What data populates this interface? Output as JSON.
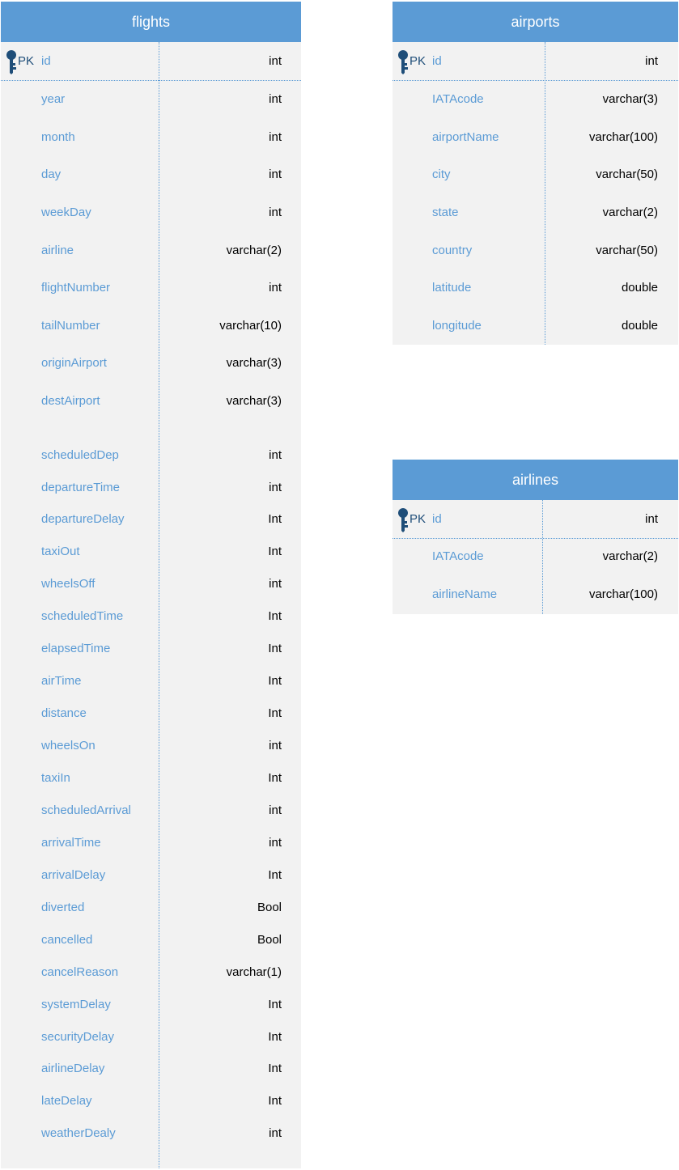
{
  "colors": {
    "header_bg": "#5b9bd5",
    "header_text": "#ffffff",
    "body_bg": "#f2f2f2",
    "column_name": "#5b9bd5",
    "column_type": "#000000",
    "key_icon": "#1f4e79"
  },
  "icons": {
    "primary_key": "key-icon"
  },
  "flights": {
    "title": "flights",
    "pk": {
      "label": "PK",
      "name": "id",
      "type": "int"
    },
    "columns": [
      {
        "name": "year",
        "type": "int"
      },
      {
        "name": "month",
        "type": "int"
      },
      {
        "name": "day",
        "type": "int"
      },
      {
        "name": "weekDay",
        "type": "int"
      },
      {
        "name": "airline",
        "type": "varchar(2)"
      },
      {
        "name": "flightNumber",
        "type": "int"
      },
      {
        "name": "tailNumber",
        "type": "varchar(10)"
      },
      {
        "name": "originAirport",
        "type": "varchar(3)"
      },
      {
        "name": "destAirport",
        "type": "varchar(3)"
      },
      {
        "name": "scheduledDep",
        "type": "int"
      },
      {
        "name": "departureTime",
        "type": "int"
      },
      {
        "name": "departureDelay",
        "type": "Int"
      },
      {
        "name": "taxiOut",
        "type": "Int"
      },
      {
        "name": "wheelsOff",
        "type": "int"
      },
      {
        "name": "scheduledTime",
        "type": "Int"
      },
      {
        "name": "elapsedTime",
        "type": "Int"
      },
      {
        "name": "airTime",
        "type": "Int"
      },
      {
        "name": "distance",
        "type": "Int"
      },
      {
        "name": "wheelsOn",
        "type": "int"
      },
      {
        "name": "taxiIn",
        "type": "Int"
      },
      {
        "name": "scheduledArrival",
        "type": "int"
      },
      {
        "name": "arrivalTime",
        "type": "int"
      },
      {
        "name": "arrivalDelay",
        "type": "Int"
      },
      {
        "name": "diverted",
        "type": "Bool"
      },
      {
        "name": "cancelled",
        "type": "Bool"
      },
      {
        "name": "cancelReason",
        "type": "varchar(1)"
      },
      {
        "name": "systemDelay",
        "type": "Int"
      },
      {
        "name": "securityDelay",
        "type": "Int"
      },
      {
        "name": "airlineDelay",
        "type": "Int"
      },
      {
        "name": "lateDelay",
        "type": "Int"
      },
      {
        "name": "weatherDealy",
        "type": "int"
      }
    ]
  },
  "airports": {
    "title": "airports",
    "pk": {
      "label": "PK",
      "name": "id",
      "type": "int"
    },
    "columns": [
      {
        "name": "IATAcode",
        "type": "varchar(3)"
      },
      {
        "name": "airportName",
        "type": "varchar(100)"
      },
      {
        "name": "city",
        "type": "varchar(50)"
      },
      {
        "name": "state",
        "type": "varchar(2)"
      },
      {
        "name": "country",
        "type": "varchar(50)"
      },
      {
        "name": "latitude",
        "type": "double"
      },
      {
        "name": "longitude",
        "type": "double"
      }
    ]
  },
  "airlines": {
    "title": "airlines",
    "pk": {
      "label": "PK",
      "name": "id",
      "type": "int"
    },
    "columns": [
      {
        "name": "IATAcode",
        "type": "varchar(2)"
      },
      {
        "name": "airlineName",
        "type": "varchar(100)"
      }
    ]
  }
}
